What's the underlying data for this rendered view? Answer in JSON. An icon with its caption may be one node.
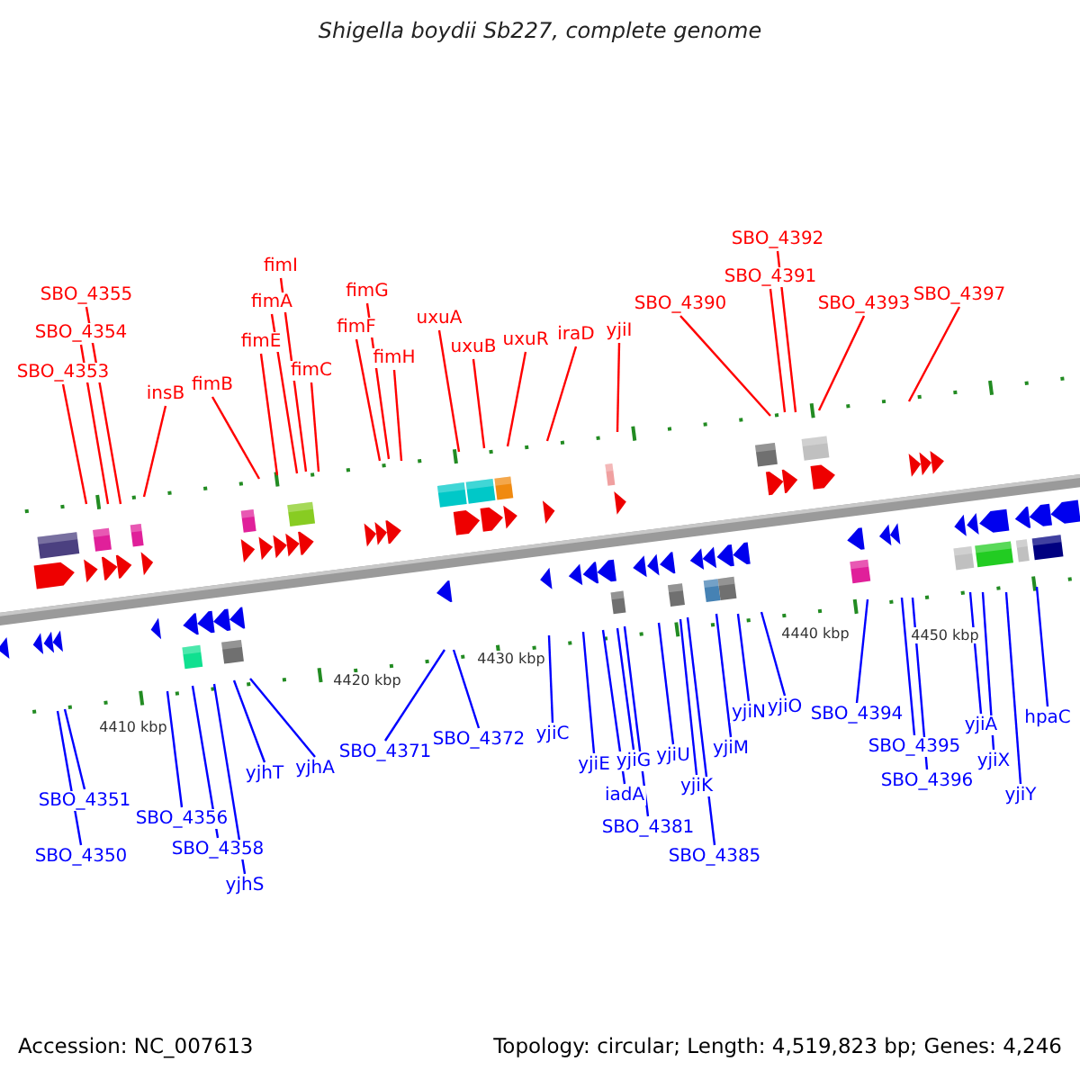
{
  "diagram": {
    "title": "Shigella boydii Sb227, complete genome",
    "nodes": [
      {
        "text": [
          "SBO_4355"
        ]
      },
      {
        "text": [
          "SBO_4354"
        ]
      },
      {
        "text": [
          "SBO_4353"
        ]
      },
      {
        "text": [
          "insB"
        ]
      },
      {
        "text": [
          "fimB"
        ]
      },
      {
        "text": [
          "fimE"
        ]
      },
      {
        "text": [
          "fimA"
        ]
      },
      {
        "text": [
          "fimI"
        ]
      },
      {
        "text": [
          "fimC"
        ]
      },
      {
        "text": [
          "fimG"
        ]
      },
      {
        "text": [
          "fimF"
        ]
      },
      {
        "text": [
          "fimH"
        ]
      },
      {
        "text": [
          "uxuA"
        ]
      },
      {
        "text": [
          "uxuB"
        ]
      },
      {
        "text": [
          "uxuR"
        ]
      },
      {
        "text": [
          "iraD"
        ]
      },
      {
        "text": [
          "yjiI"
        ]
      },
      {
        "text": [
          "SBO_4390"
        ]
      },
      {
        "text": [
          "SBO_4391"
        ]
      },
      {
        "text": [
          "SBO_4392"
        ]
      },
      {
        "text": [
          "SBO_4393"
        ]
      },
      {
        "text": [
          "SBO_4397"
        ]
      },
      {
        "text": [
          "SBO_4351"
        ]
      },
      {
        "text": [
          "SBO_4350"
        ]
      },
      {
        "text": [
          "SBO_4356"
        ]
      },
      {
        "text": [
          "SBO_4358"
        ]
      },
      {
        "text": [
          "yjhS"
        ]
      },
      {
        "text": [
          "yjhT"
        ]
      },
      {
        "text": [
          "yjhA"
        ]
      },
      {
        "text": [
          "SBO_4371"
        ]
      },
      {
        "text": [
          "SBO_4372"
        ]
      },
      {
        "text": [
          "yjiC"
        ]
      },
      {
        "text": [
          "yjiE"
        ]
      },
      {
        "text": [
          "iadA"
        ]
      },
      {
        "text": [
          "yjiG"
        ]
      },
      {
        "text": [
          "SBO_4381"
        ]
      },
      {
        "text": [
          "yjiU"
        ]
      },
      {
        "text": [
          "yjiK"
        ]
      },
      {
        "text": [
          "SBO_4385"
        ]
      },
      {
        "text": [
          "yjiM"
        ]
      },
      {
        "text": [
          "yjiN"
        ]
      },
      {
        "text": [
          "yjiO"
        ]
      },
      {
        "text": [
          "SBO_4394"
        ]
      },
      {
        "text": [
          "SBO_4395"
        ]
      },
      {
        "text": [
          "SBO_4396"
        ]
      },
      {
        "text": [
          "yjiA"
        ]
      },
      {
        "text": [
          "yjiX"
        ]
      },
      {
        "text": [
          "yjiY"
        ]
      },
      {
        "text": [
          "hpaC"
        ]
      }
    ],
    "edges": [
      {
        "from": 0,
        "to": null,
        "arrow": "none",
        "color": "#ff0000"
      },
      {
        "from": 1,
        "to": null,
        "arrow": "none",
        "color": "#ff0000"
      },
      {
        "from": 2,
        "to": null,
        "arrow": "none",
        "color": "#ff0000"
      },
      {
        "from": 3,
        "to": null,
        "arrow": "none",
        "color": "#ff0000"
      },
      {
        "from": 4,
        "to": null,
        "arrow": "none",
        "color": "#ff0000"
      },
      {
        "from": 5,
        "to": null,
        "arrow": "none",
        "color": "#ff0000"
      },
      {
        "from": 6,
        "to": null,
        "arrow": "none",
        "color": "#ff0000"
      },
      {
        "from": 7,
        "to": null,
        "arrow": "none",
        "color": "#ff0000"
      },
      {
        "from": 8,
        "to": null,
        "arrow": "none",
        "color": "#ff0000"
      },
      {
        "from": 9,
        "to": null,
        "arrow": "none",
        "color": "#ff0000"
      },
      {
        "from": 10,
        "to": null,
        "arrow": "none",
        "color": "#ff0000"
      },
      {
        "from": 11,
        "to": null,
        "arrow": "none",
        "color": "#ff0000"
      },
      {
        "from": 12,
        "to": null,
        "arrow": "none",
        "color": "#ff0000"
      },
      {
        "from": 13,
        "to": null,
        "arrow": "none",
        "color": "#ff0000"
      },
      {
        "from": 14,
        "to": null,
        "arrow": "none",
        "color": "#ff0000"
      },
      {
        "from": 15,
        "to": null,
        "arrow": "none",
        "color": "#ff0000"
      },
      {
        "from": 16,
        "to": null,
        "arrow": "none",
        "color": "#ff0000"
      },
      {
        "from": 17,
        "to": null,
        "arrow": "none",
        "color": "#ff0000"
      },
      {
        "from": 18,
        "to": null,
        "arrow": "none",
        "color": "#ff0000"
      },
      {
        "from": 19,
        "to": null,
        "arrow": "none",
        "color": "#ff0000"
      },
      {
        "from": 20,
        "to": null,
        "arrow": "none",
        "color": "#ff0000"
      },
      {
        "from": 21,
        "to": null,
        "arrow": "none",
        "color": "#ff0000"
      },
      {
        "from": 22,
        "to": null,
        "arrow": "none"
      },
      {
        "from": 23,
        "to": null,
        "arrow": "none"
      },
      {
        "from": 24,
        "to": null,
        "arrow": "none"
      },
      {
        "from": 25,
        "to": null,
        "arrow": "none"
      },
      {
        "from": 26,
        "to": null,
        "arrow": "none"
      },
      {
        "from": 27,
        "to": null,
        "arrow": "none"
      },
      {
        "from": 28,
        "to": null,
        "arrow": "none"
      },
      {
        "from": 29,
        "to": null,
        "arrow": "none"
      },
      {
        "from": 30,
        "to": null,
        "arrow": "none"
      },
      {
        "from": 31,
        "to": null,
        "arrow": "none"
      },
      {
        "from": 32,
        "to": null,
        "arrow": "none"
      },
      {
        "from": 33,
        "to": null,
        "arrow": "none"
      },
      {
        "from": 34,
        "to": null,
        "arrow": "none"
      },
      {
        "from": 35,
        "to": null,
        "arrow": "none"
      },
      {
        "from": 36,
        "to": null,
        "arrow": "none"
      },
      {
        "from": 37,
        "to": null,
        "arrow": "none"
      },
      {
        "from": 38,
        "to": null,
        "arrow": "none"
      },
      {
        "from": 39,
        "to": null,
        "arrow": "none"
      },
      {
        "from": 40,
        "to": null,
        "arrow": "none"
      },
      {
        "from": 41,
        "to": null,
        "arrow": "none"
      },
      {
        "from": 42,
        "to": null,
        "arrow": "none"
      },
      {
        "from": 43,
        "to": null,
        "arrow": "none"
      },
      {
        "from": 44,
        "to": null,
        "arrow": "none"
      },
      {
        "from": 45,
        "to": null,
        "arrow": "none"
      },
      {
        "from": 46,
        "to": null,
        "arrow": "none"
      },
      {
        "from": 47,
        "to": null,
        "arrow": "none"
      },
      {
        "from": 48,
        "to": null,
        "arrow": "none"
      }
    ],
    "labels": [
      "4410 kbp",
      "4420 kbp",
      "4430 kbp",
      "4440 kbp",
      "4450 kbp",
      "Accession: NC_007613",
      "Topology: circular; Length: 4,519,823 bp; Genes: 4,246"
    ]
  }
}
